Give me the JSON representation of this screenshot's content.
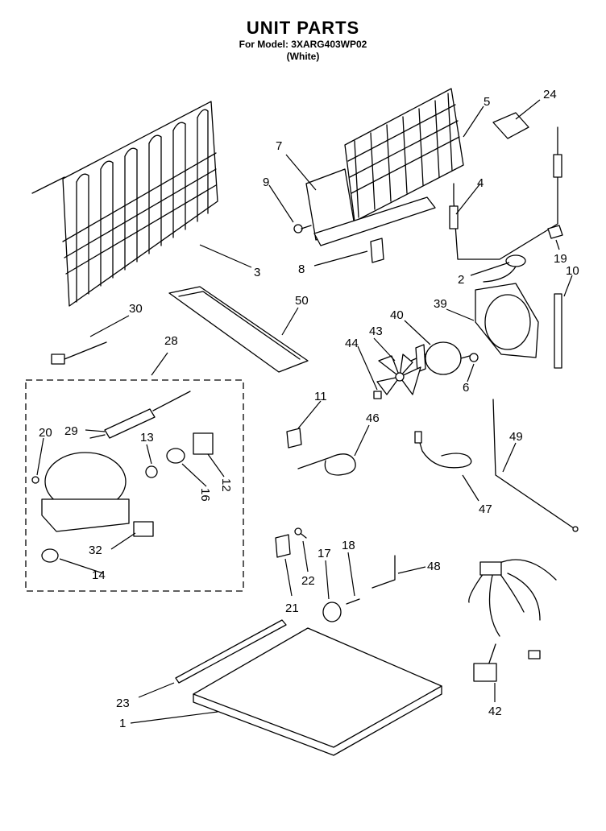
{
  "header": {
    "title": "UNIT PARTS",
    "model_line": "For Model: 3XARG403WP02",
    "color_line": "(White)"
  },
  "callouts": [
    {
      "id": "c3",
      "text": "3"
    },
    {
      "id": "c7",
      "text": "7"
    },
    {
      "id": "c9",
      "text": "9"
    },
    {
      "id": "c5",
      "text": "5"
    },
    {
      "id": "c24",
      "text": "24"
    },
    {
      "id": "c4",
      "text": "4"
    },
    {
      "id": "c8",
      "text": "8"
    },
    {
      "id": "c19",
      "text": "19"
    },
    {
      "id": "c2",
      "text": "2"
    },
    {
      "id": "c10",
      "text": "10"
    },
    {
      "id": "c30",
      "text": "30"
    },
    {
      "id": "c50",
      "text": "50"
    },
    {
      "id": "c39",
      "text": "39"
    },
    {
      "id": "c40",
      "text": "40"
    },
    {
      "id": "c28",
      "text": "28"
    },
    {
      "id": "c43",
      "text": "43"
    },
    {
      "id": "c44",
      "text": "44"
    },
    {
      "id": "c6",
      "text": "6"
    },
    {
      "id": "c11",
      "text": "11"
    },
    {
      "id": "c46",
      "text": "46"
    },
    {
      "id": "c20",
      "text": "20"
    },
    {
      "id": "c29",
      "text": "29"
    },
    {
      "id": "c13",
      "text": "13"
    },
    {
      "id": "c49",
      "text": "49"
    },
    {
      "id": "c16",
      "text": "16"
    },
    {
      "id": "c12",
      "text": "12"
    },
    {
      "id": "c47",
      "text": "47"
    },
    {
      "id": "c32",
      "text": "32"
    },
    {
      "id": "c14",
      "text": "14"
    },
    {
      "id": "c18",
      "text": "18"
    },
    {
      "id": "c17",
      "text": "17"
    },
    {
      "id": "c48",
      "text": "48"
    },
    {
      "id": "c22",
      "text": "22"
    },
    {
      "id": "c21",
      "text": "21"
    },
    {
      "id": "c23",
      "text": "23"
    },
    {
      "id": "c1",
      "text": "1"
    },
    {
      "id": "c42",
      "text": "42"
    }
  ]
}
